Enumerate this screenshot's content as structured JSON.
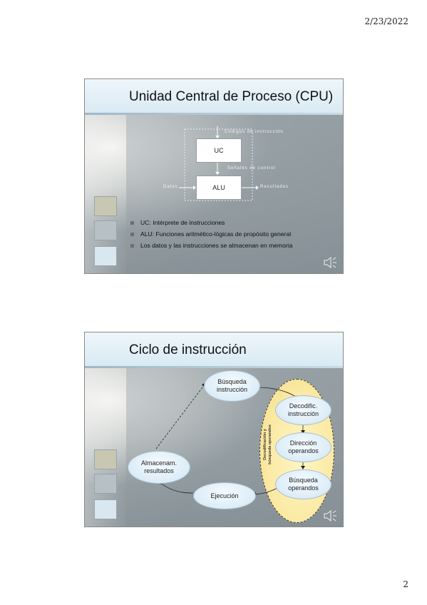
{
  "header": {
    "date": "2/23/2022"
  },
  "footer": {
    "page_number": "2"
  },
  "slide1": {
    "title": "Unidad Central de Proceso (CPU)",
    "diagram": {
      "top_label": "Códigos de instrucción",
      "uc_label": "UC",
      "mid_label": "Señales de control",
      "alu_label": "ALU",
      "left_label": "Datos",
      "right_label": "Resultados"
    },
    "bullets": [
      "UC: Intérprete de instrucciones",
      "ALU: Funciones aritmético-lógicas de propósito general",
      "Los datos y las instrucciones se almacenan en memoria"
    ]
  },
  "slide2": {
    "title": "Ciclo de instrucción",
    "nodes": {
      "busqueda_instr": [
        "Búsqueda",
        "instrucción"
      ],
      "decodif": [
        "Decodific.",
        "instrucción"
      ],
      "direccion": [
        "Dirección",
        "operandos"
      ],
      "busqueda_oper": [
        "Búsqueda",
        "operandos"
      ],
      "ejecucion": [
        "Ejecución"
      ],
      "almacenam": [
        "Almacenam.",
        "resultados"
      ]
    },
    "vertical_label": [
      "Decodificación y",
      "búsqueda operandos"
    ]
  },
  "colors": {
    "title_band": "#d8e9f3",
    "node_fill": "#dcecf7",
    "yellow_zone": "#fbe9a3"
  },
  "icons": [
    "speaker-icon"
  ]
}
